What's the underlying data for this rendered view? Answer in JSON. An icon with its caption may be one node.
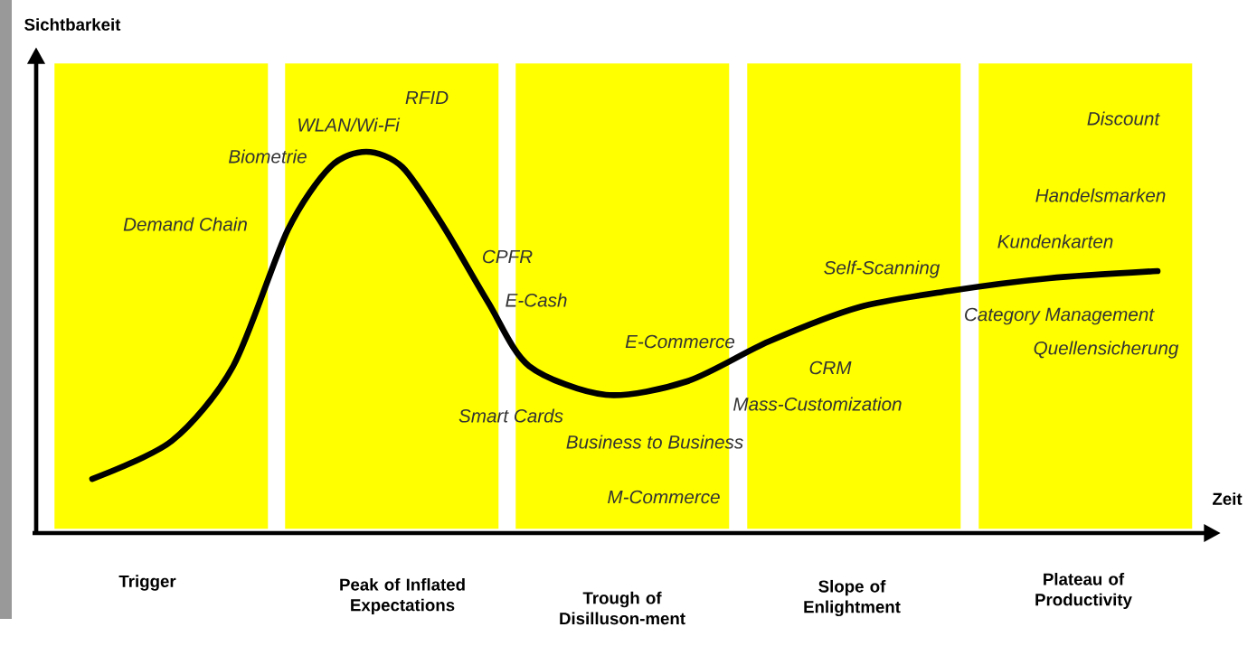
{
  "diagram": {
    "nodes": [
      {
        "text": [
          "Trigger"
        ]
      },
      {
        "text": [
          "Peak of Inflated Expectations"
        ]
      },
      {
        "text": [
          "Trough of Disilluson-ment"
        ]
      },
      {
        "text": [
          "Slope of Enlightment"
        ]
      },
      {
        "text": [
          "Plateau of Productivity"
        ]
      }
    ],
    "edges": [],
    "labels": [
      "Sichtbarkeit",
      "Zeit",
      "RFID",
      "WLAN/Wi-Fi",
      "Biometrie",
      "Discount",
      "Handelsmarken",
      "Demand Chain",
      "Kundenkarten",
      "CPFR",
      "Self-Scanning",
      "E-Cash",
      "Category Management",
      "E-Commerce",
      "Quellensicherung",
      "CRM",
      "Mass-Customization",
      "Smart Cards",
      "Business to Business",
      "M-Commerce"
    ]
  }
}
